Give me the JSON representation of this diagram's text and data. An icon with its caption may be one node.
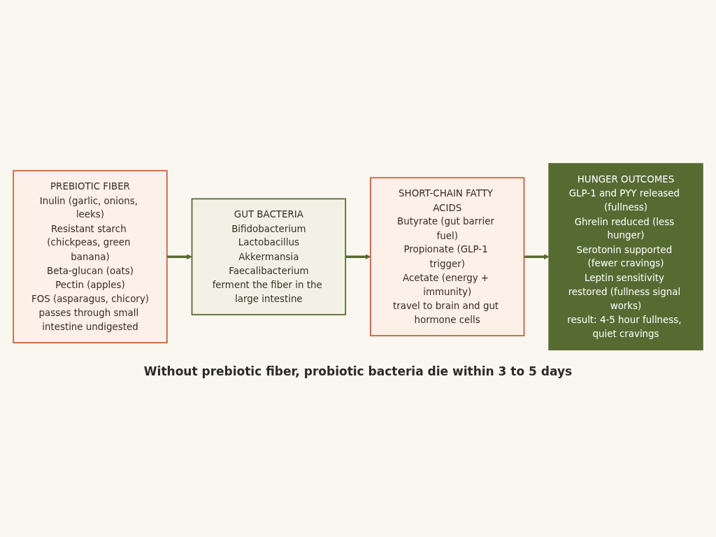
{
  "diagram": {
    "caption": "Without prebiotic fiber, probiotic bacteria die within 3 to 5 days",
    "nodes": [
      {
        "text": [
          "PREBIOTIC FIBER",
          "Inulin (garlic, onions, leeks)",
          "Resistant starch (chickpeas, green banana)",
          "Beta-glucan (oats)",
          "Pectin (apples)",
          "FOS (asparagus, chicory)",
          "passes through small intestine undigested"
        ]
      },
      {
        "text": [
          "GUT BACTERIA",
          "Bifidobacterium",
          "Lactobacillus",
          "Akkermansia",
          "Faecalibacterium",
          "ferment the fiber in the large intestine"
        ]
      },
      {
        "text": [
          "SHORT-CHAIN FATTY ACIDS",
          "Butyrate (gut barrier fuel)",
          "Propionate (GLP-1 trigger)",
          "Acetate (energy + immunity)",
          "travel to brain and gut hormone cells"
        ]
      },
      {
        "text": [
          "HUNGER OUTCOMES",
          "GLP-1 and PYY released (fullness)",
          "Ghrelin reduced (less hunger)",
          "Serotonin supported (fewer cravings)",
          "Leptin sensitivity restored (fullness signal works)",
          "result: 4-5 hour fullness, quiet cravings"
        ]
      }
    ],
    "edges": [
      {
        "from": 0,
        "to": 1,
        "arrow": "to"
      },
      {
        "from": 1,
        "to": 2,
        "arrow": "to"
      },
      {
        "from": 2,
        "to": 3,
        "arrow": "to"
      }
    ]
  }
}
